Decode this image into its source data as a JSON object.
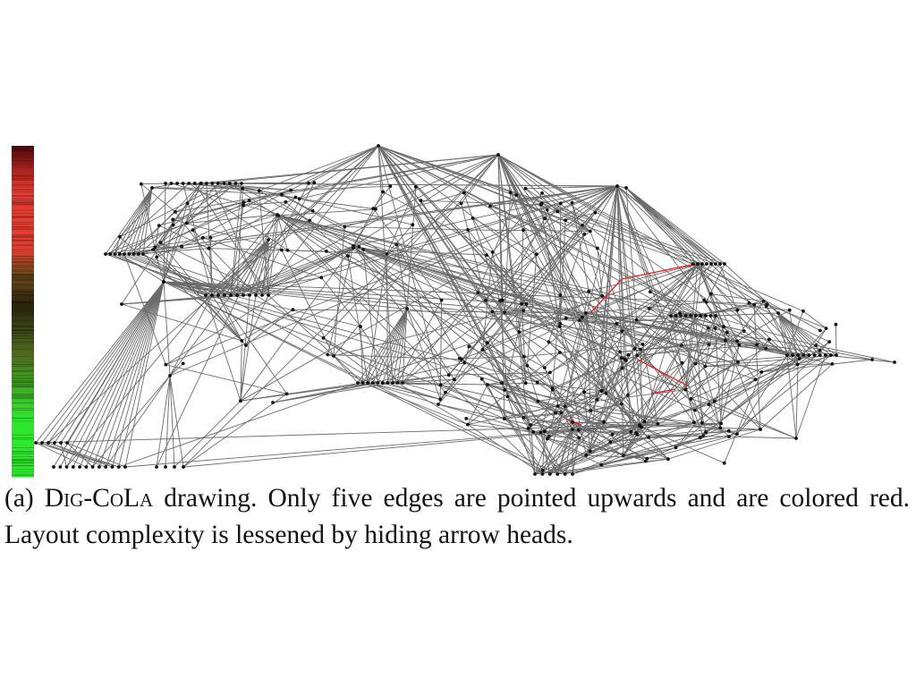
{
  "figure": {
    "colors": {
      "edge": "#6b6b6b",
      "upward_edge": "#e8221b",
      "node": "#111111",
      "bar_top": "#5a0a0a",
      "bar_mid_red": "#e63b2e",
      "bar_brown": "#6b4a1a",
      "bar_dark": "#2b2210",
      "bar_olive": "#4f6a1c",
      "bar_green": "#2ee82e"
    },
    "upward_edge_count": 5
  },
  "caption": {
    "label": "(a)",
    "method_name": "Dig-CoLa",
    "text": " drawing.  Only five edges are pointed upwards and are colored red. Layout complexity is lessened by hiding arrow heads."
  }
}
